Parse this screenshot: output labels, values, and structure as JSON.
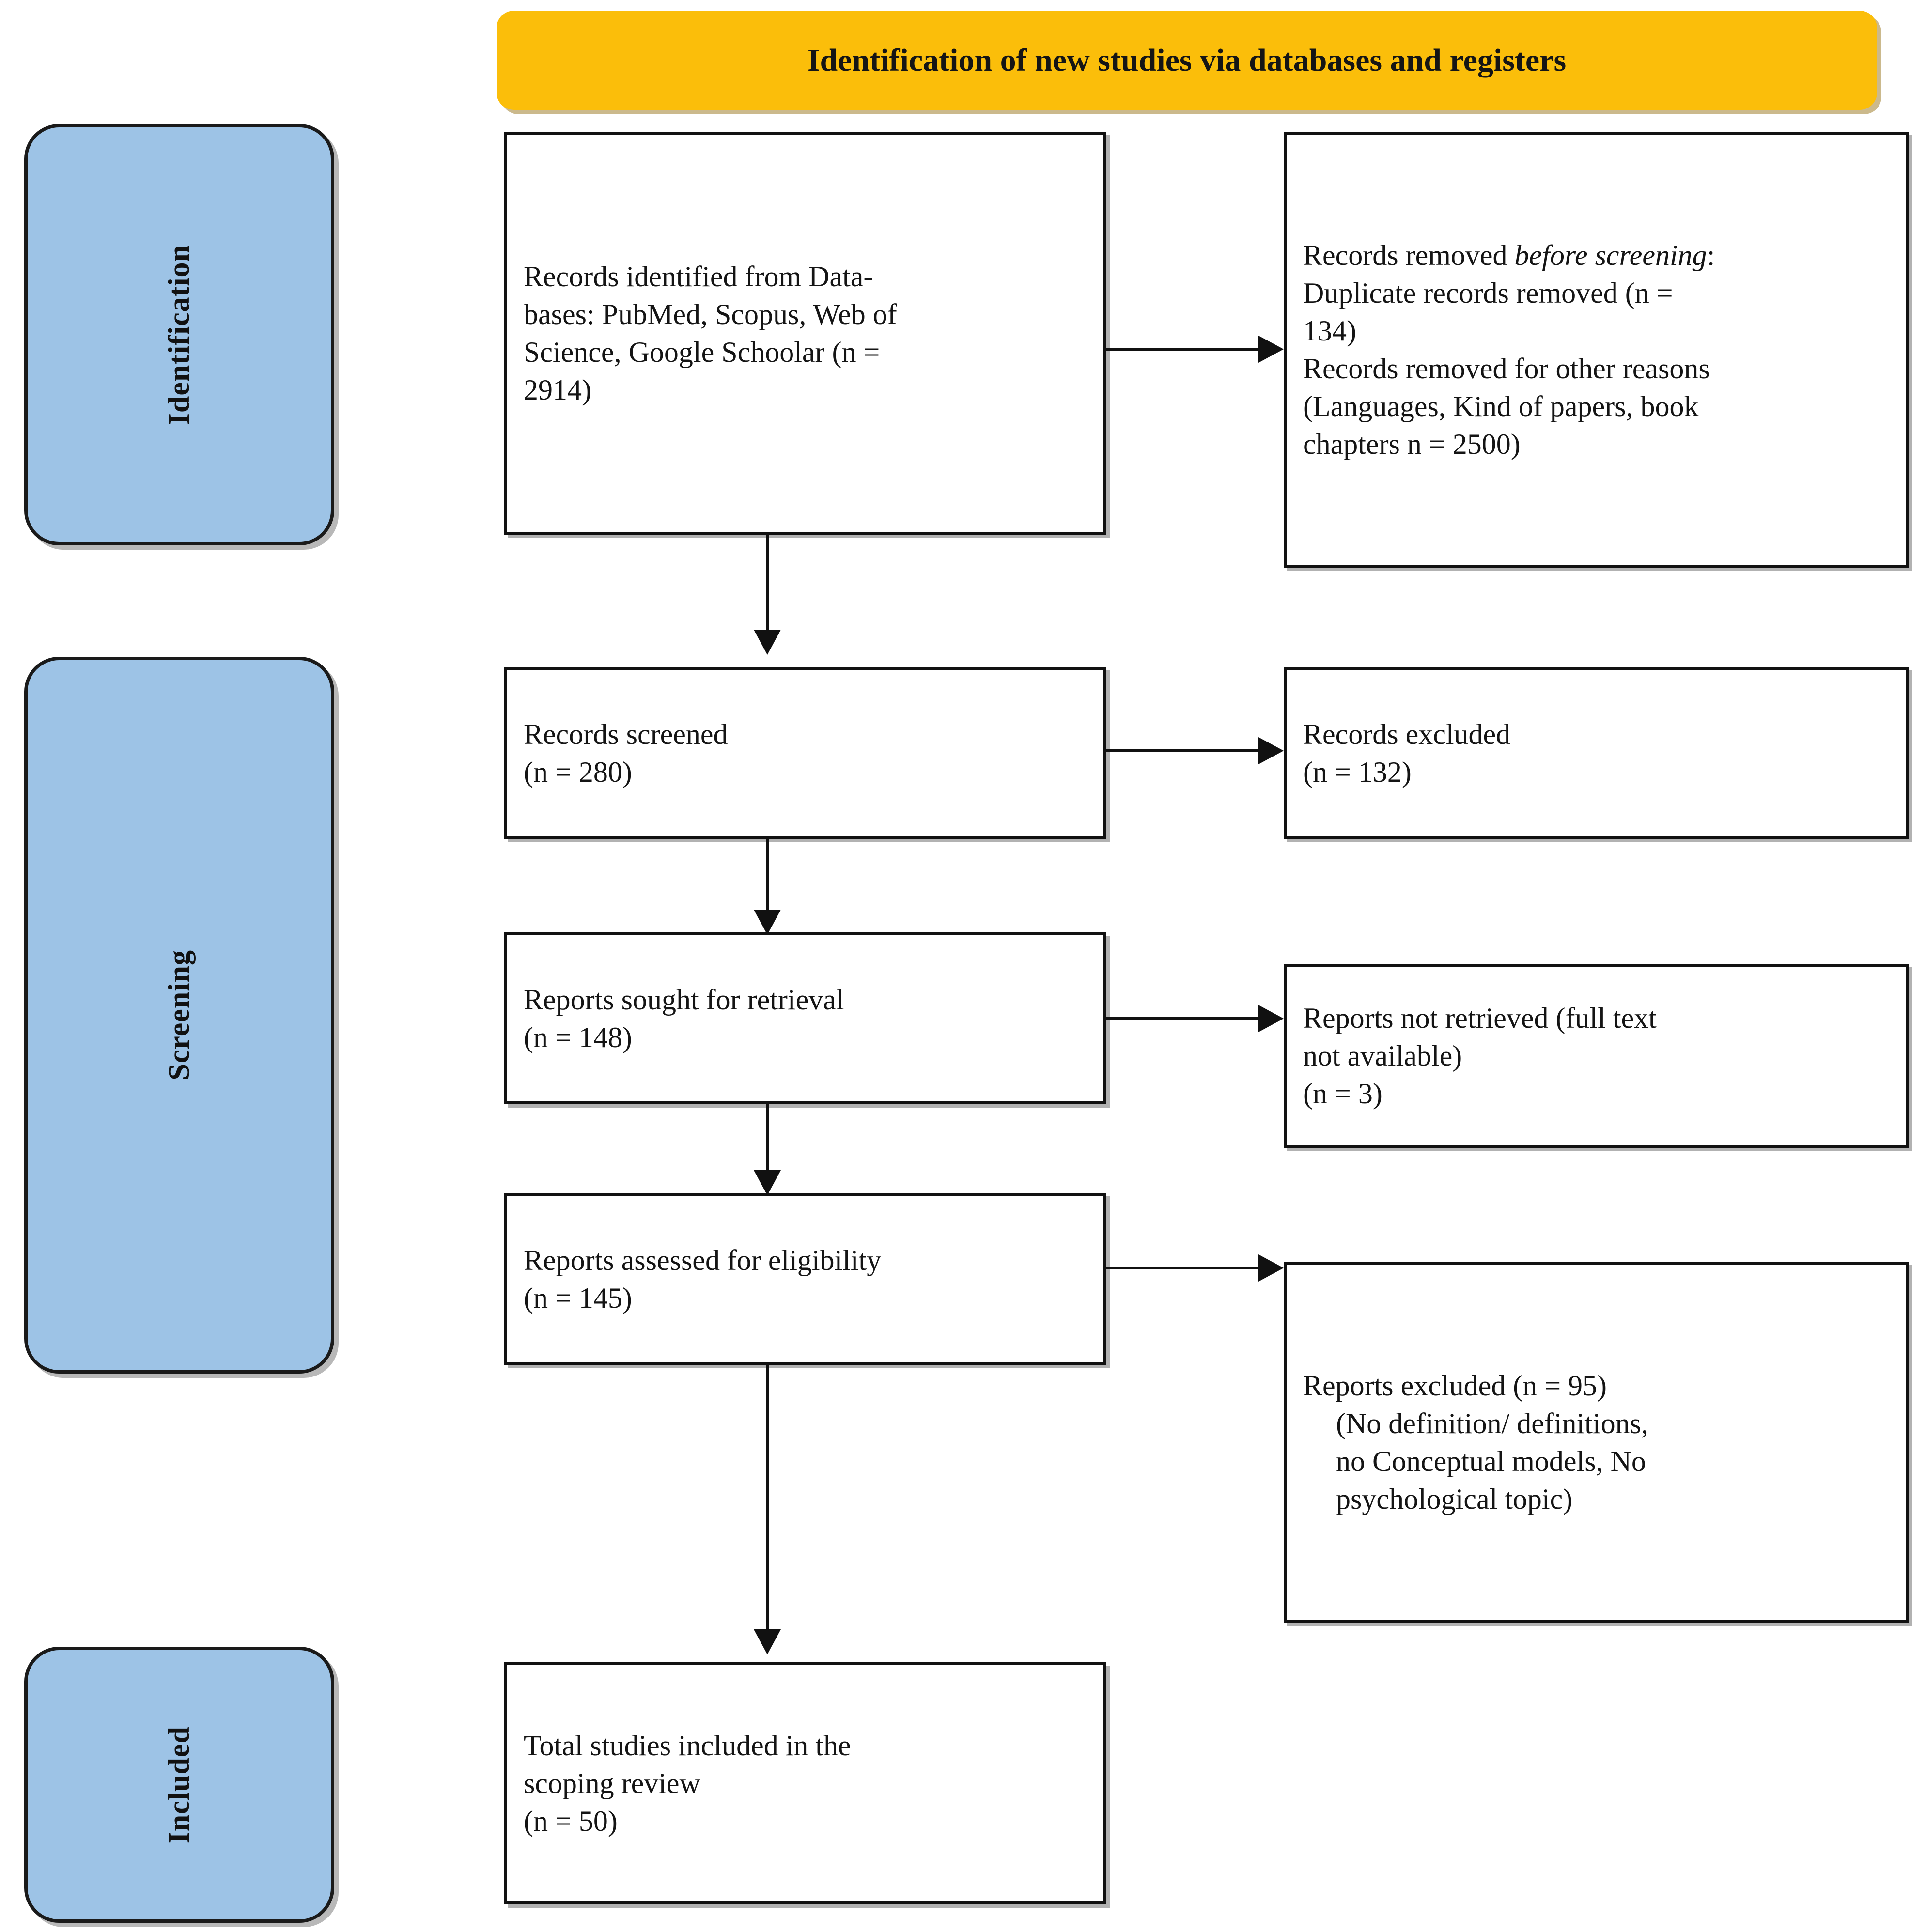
{
  "banner": {
    "title": "Identification of new studies via databases and registers",
    "color": "#FBBE0A"
  },
  "stages": {
    "accent_color": "#9DC3E6",
    "identification": "Identification",
    "screening": "Screening",
    "included": "Included"
  },
  "boxes": {
    "records_identified": "Records identified from Data-\nbases: PubMed, Scopus,  Web of\nScience, Google Schoolar (n =\n2914)",
    "records_removed_lead": "Records removed ",
    "records_removed_italic": "before screening",
    "records_removed_rest": ":\nDuplicate records removed (n =\n134)\nRecords removed for other reasons\n(Languages, Kind of papers, book\nchapters n = 2500)",
    "records_screened": "Records screened\n(n = 280)",
    "records_excluded": "Records excluded\n(n = 132)",
    "reports_sought": "Reports sought for retrieval\n(n = 148)",
    "reports_not_retrieved": "Reports not retrieved (full text\nnot available)\n(n = 3)",
    "reports_assessed": "Reports assessed for eligibility\n(n = 145)",
    "reports_excluded_head": "Reports excluded  (n = 95)",
    "reports_excluded_detail": "(No definition/ definitions,\nno Conceptual models, No\npsychological topic)",
    "total_included": "Total  studies  included  in  the\nscoping review\n(n = 50)"
  },
  "counts": {
    "identified": 2914,
    "duplicates_removed": 134,
    "removed_other_reasons": 2500,
    "screened": 280,
    "excluded_screening": 132,
    "sought_for_retrieval": 148,
    "not_retrieved": 3,
    "assessed_eligibility": 145,
    "excluded_eligibility": 95,
    "total_included": 50
  }
}
